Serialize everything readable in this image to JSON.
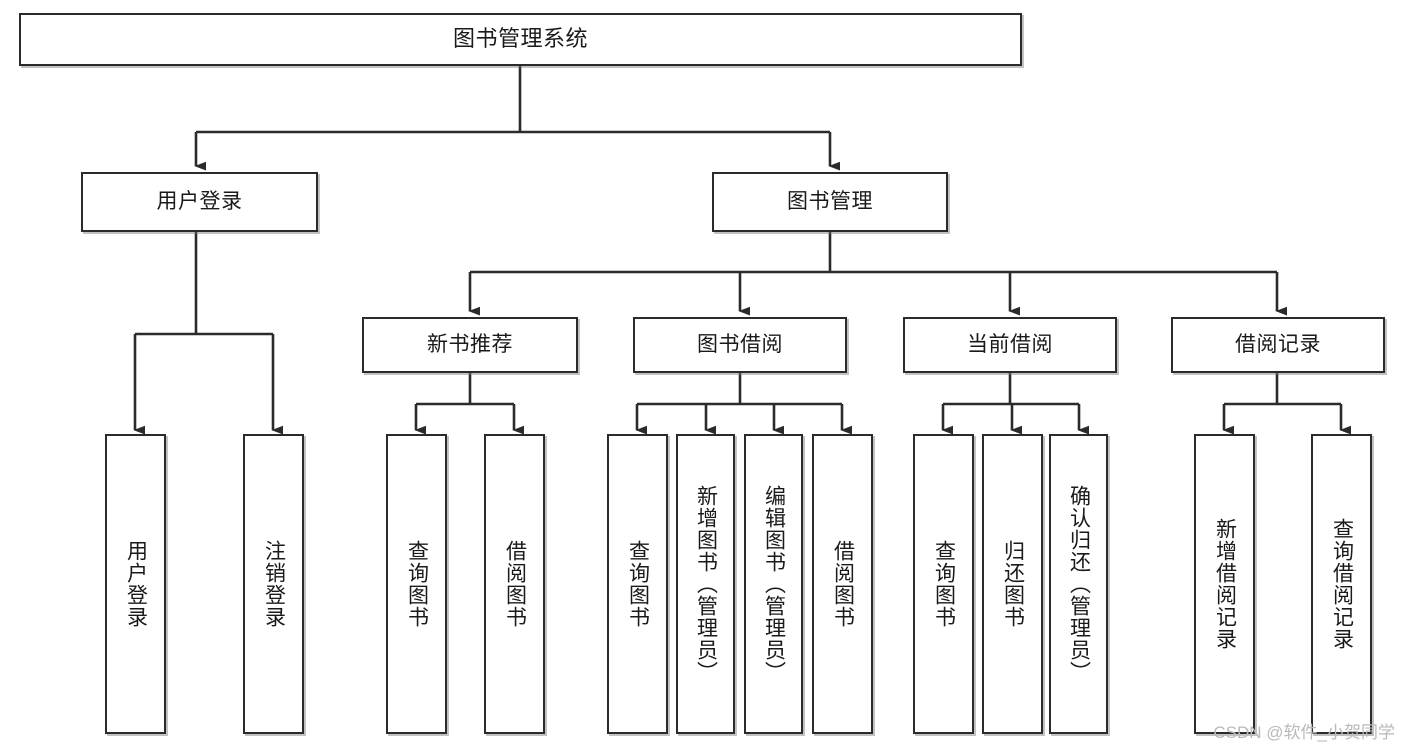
{
  "diagram": {
    "title": "图书管理系统",
    "type": "tree-hierarchy-diagram",
    "watermark": "CSDN @软件_小贺同学",
    "colors": {
      "box_border": "#2b2b2b",
      "box_fill": "#ffffff",
      "connector": "#2b2b2b",
      "text": "#1a1a1a",
      "watermark": "#b9b9b9"
    },
    "levels": {
      "root": {
        "label": "图书管理系统"
      },
      "level2": [
        {
          "id": "user-login",
          "label": "用户登录"
        },
        {
          "id": "book-management",
          "label": "图书管理"
        }
      ],
      "level3": [
        {
          "id": "new-book-recommend",
          "label": "新书推荐"
        },
        {
          "id": "book-borrow",
          "label": "图书借阅"
        },
        {
          "id": "current-borrow",
          "label": "当前借阅"
        },
        {
          "id": "borrow-record",
          "label": "借阅记录"
        }
      ],
      "leaves": {
        "user-login": [
          {
            "id": "leaf-user-login",
            "label": "用户登录"
          },
          {
            "id": "leaf-logout-login",
            "label": "注销登录"
          }
        ],
        "new-book-recommend": [
          {
            "id": "leaf-query-book-1",
            "label": "查询图书"
          },
          {
            "id": "leaf-borrow-book-1",
            "label": "借阅图书"
          }
        ],
        "book-borrow": [
          {
            "id": "leaf-query-book-2",
            "label": "查询图书"
          },
          {
            "id": "leaf-add-book-admin",
            "label": "新增图书（管理员）"
          },
          {
            "id": "leaf-edit-book-admin",
            "label": "编辑图书（管理员）"
          },
          {
            "id": "leaf-borrow-book-2",
            "label": "借阅图书"
          }
        ],
        "current-borrow": [
          {
            "id": "leaf-query-book-3",
            "label": "查询图书"
          },
          {
            "id": "leaf-return-book",
            "label": "归还图书"
          },
          {
            "id": "leaf-confirm-return-admin",
            "label": "确认归还（管理员）"
          }
        ],
        "borrow-record": [
          {
            "id": "leaf-add-borrow-record",
            "label": "新增借阅记录"
          },
          {
            "id": "leaf-query-borrow-record",
            "label": "查询借阅记录"
          }
        ]
      }
    }
  }
}
